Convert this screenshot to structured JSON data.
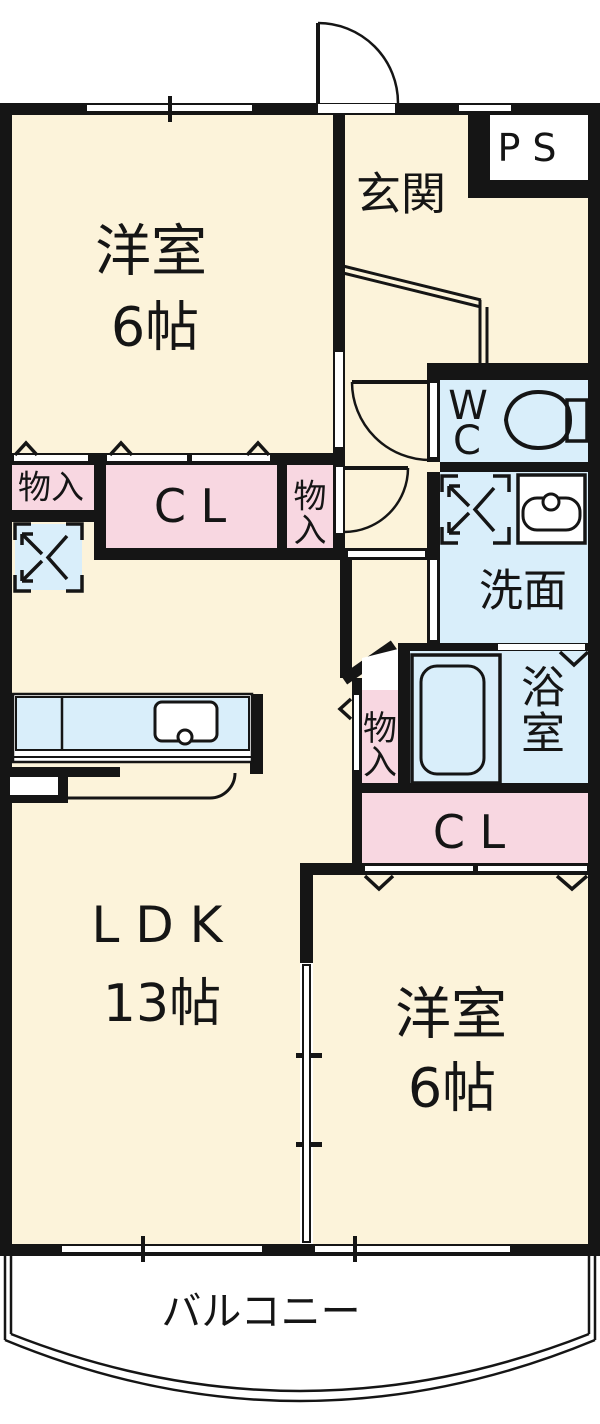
{
  "plan_type": "apartment-floor-plan",
  "colors": {
    "wall_black": "#151515",
    "room_cream": "#FCF3DA",
    "closet_pink": "#F8D7E1",
    "wet_blue": "#D9EEFA"
  },
  "rooms": {
    "bedroom_top": {
      "name": "洋室",
      "size": "6帖"
    },
    "entrance": {
      "name": "玄関"
    },
    "pipe_space": {
      "name": "P S"
    },
    "storage_left": {
      "name": "物入"
    },
    "closet_main": {
      "name": "C L"
    },
    "storage_hall": {
      "chars": [
        "物",
        "入"
      ]
    },
    "toilet": {
      "chars": [
        "W",
        "C"
      ]
    },
    "washroom": {
      "name": "洗面"
    },
    "bathroom": {
      "chars": [
        "浴",
        "室"
      ]
    },
    "storage_bath": {
      "chars": [
        "物",
        "入"
      ]
    },
    "closet_south": {
      "name": "C L"
    },
    "living": {
      "name": "L D K",
      "size": "13帖"
    },
    "bedroom_south": {
      "name": "洋室",
      "size": "6帖"
    },
    "balcony": {
      "name": "バルコニー"
    }
  }
}
